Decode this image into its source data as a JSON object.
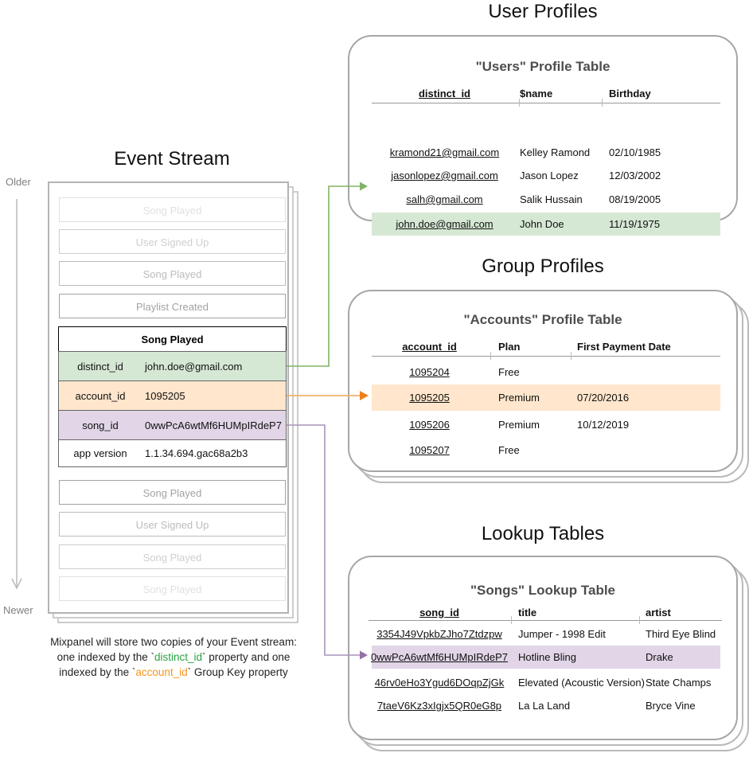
{
  "event_stream": {
    "title": "Event Stream",
    "older_label": "Older",
    "newer_label": "Newer",
    "events_before": [
      "Song Played",
      "User Signed Up",
      "Song Played",
      "Playlist Created"
    ],
    "expanded_event": {
      "title": "Song Played",
      "properties": [
        {
          "key": "distinct_id",
          "value": "john.doe@gmail.com",
          "highlight": "green"
        },
        {
          "key": "account_id",
          "value": "1095205",
          "highlight": "orange"
        },
        {
          "key": "song_id",
          "value": "0wwPcA6wtMf6HUMpIRdeP7",
          "highlight": "purple"
        },
        {
          "key": "app version",
          "value": "1.1.34.694.gac68a2b3",
          "highlight": "none"
        }
      ]
    },
    "events_after": [
      "Song Played",
      "User Signed Up",
      "Song Played",
      "Song Played"
    ]
  },
  "user_profiles": {
    "section_title": "User Profiles",
    "table_title": "\"Users\" Profile Table",
    "columns": [
      "distinct_id",
      "$name",
      "Birthday"
    ],
    "rows": [
      [
        "kramond21@gmail.com",
        "Kelley Ramond",
        "02/10/1985"
      ],
      [
        "jasonlopez@gmail.com",
        "Jason Lopez",
        "12/03/2002"
      ],
      [
        "salh@gmail.com",
        "Salik Hussain",
        "08/19/2005"
      ],
      [
        "john.doe@gmail.com",
        "John Doe",
        "11/19/1975"
      ]
    ],
    "highlighted_row_index": 3
  },
  "group_profiles": {
    "section_title": "Group Profiles",
    "table_title": "\"Accounts\" Profile Table",
    "columns": [
      "account_id",
      "Plan",
      "First Payment Date"
    ],
    "rows": [
      [
        "1095204",
        "Free",
        ""
      ],
      [
        "1095205",
        "Premium",
        "07/20/2016"
      ],
      [
        "1095206",
        "Premium",
        "10/12/2019"
      ],
      [
        "1095207",
        "Free",
        ""
      ]
    ],
    "highlighted_row_index": 1
  },
  "lookup_tables": {
    "section_title": "Lookup Tables",
    "table_title": "\"Songs\" Lookup Table",
    "columns": [
      "song_id",
      "title",
      "artist"
    ],
    "rows": [
      [
        "3354J49VpkbZJho7Ztdzpw",
        "Jumper - 1998 Edit",
        "Third Eye Blind"
      ],
      [
        "0wwPcA6wtMf6HUMpIRdeP7",
        "Hotline Bling",
        "Drake"
      ],
      [
        "46rv0eHo3Ygud6DOqpZjGk",
        "Elevated (Acoustic Version)",
        "State Champs"
      ],
      [
        "7taeV6Kz3xIgjx5QR0eG8p",
        "La La Land",
        "Bryce Vine"
      ]
    ],
    "highlighted_row_index": 1
  },
  "caption": {
    "line1": "Mixpanel will store two copies of your Event stream:",
    "line2_pre": "one indexed by the `",
    "line2_code": "distinct_id",
    "line2_post": "` property and one",
    "line3_pre": "indexed by the `",
    "line3_code": "account_id",
    "line3_post": "` Group Key property"
  },
  "colors": {
    "green_fill": "#d5e8d4",
    "green_stroke": "#82b366",
    "orange_fill": "#ffe6cc",
    "orange_line": "#f1b266",
    "orange_arrow": "#ee7f1b",
    "purple_fill": "#e1d5e7",
    "purple_stroke": "#9673a6",
    "caption_green": "#27a343",
    "caption_orange": "#f7941d"
  }
}
